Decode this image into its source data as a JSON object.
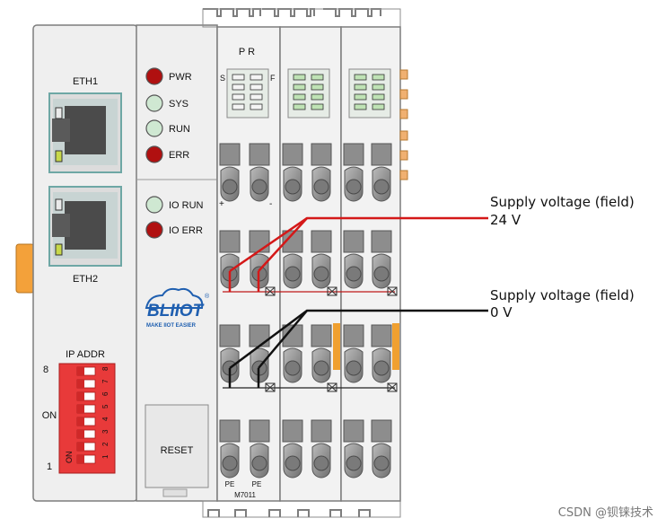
{
  "controller": {
    "eth1_label": "ETH1",
    "eth2_label": "ETH2",
    "ip_addr_label": "IP ADDR",
    "dip_top": "8",
    "dip_on": "ON",
    "dip_bottom": "1",
    "dip_side_on": "ON",
    "dip_numbers": [
      "8",
      "7",
      "6",
      "5",
      "4",
      "3",
      "2",
      "1"
    ],
    "reset_label": "RESET",
    "logo_text": "BLIIOT",
    "logo_tagline": "MAKE IIOT EASIER",
    "logo_mark": "®"
  },
  "leds": [
    {
      "label": "PWR",
      "color": "#b01010"
    },
    {
      "label": "SYS",
      "color": "#cfe8d2"
    },
    {
      "label": "RUN",
      "color": "#cfe8d2"
    },
    {
      "label": "ERR",
      "color": "#b01010"
    },
    {
      "label": "IO RUN",
      "color": "#cfe8d2"
    },
    {
      "label": "IO ERR",
      "color": "#b01010"
    }
  ],
  "module": {
    "pr_label": "P R",
    "s_label": "S",
    "f_label": "F",
    "plus_label": "+",
    "minus_label": "-",
    "pe_left": "PE",
    "pe_right": "PE",
    "model": "M7011"
  },
  "callouts": {
    "supply_24v_line1": "Supply voltage (field)",
    "supply_24v_line2": "24 V",
    "supply_0v_line1": "Supply voltage (field)",
    "supply_0v_line2": "0 V"
  },
  "colors": {
    "wire_24v": "#d41818",
    "wire_0v": "#111111",
    "accent_orange": "#f0a030",
    "dip_red": "#e83a3a"
  },
  "watermark": "CSDN @钡铼技术"
}
